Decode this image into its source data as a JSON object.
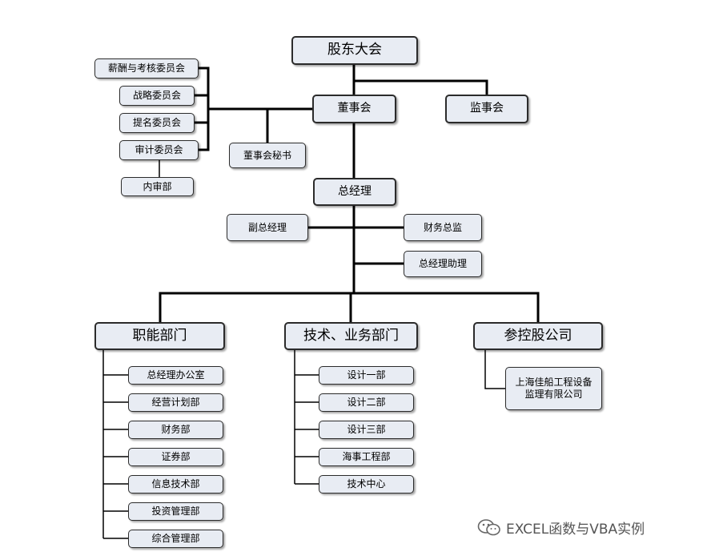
{
  "nodes": {
    "shareholders": "股东大会",
    "board": "董事会",
    "supervisors": "监事会",
    "comp_committee": "薪酬与考核委员会",
    "strategy_committee": "战略委员会",
    "nomination_committee": "提名委员会",
    "audit_committee": "审计委员会",
    "internal_audit": "内审部",
    "board_secretary": "董事会秘书",
    "gm": "总经理",
    "deputy_gm": "副总经理",
    "cfo": "财务总监",
    "gm_assistant": "总经理助理",
    "functional": "职能部门",
    "technical": "技术、业务部门",
    "holding": "参控股公司",
    "gm_office": "总经理办公室",
    "planning": "经营计划部",
    "finance": "财务部",
    "securities": "证券部",
    "it": "信息技术部",
    "investment": "投资管理部",
    "admin": "综合管理部",
    "design1": "设计一部",
    "design2": "设计二部",
    "design3": "设计三部",
    "marine": "海事工程部",
    "tech_center": "技术中心",
    "subsidiary": "上海佳船工程设备监理有限公司"
  },
  "watermark": {
    "text": "EXCEL函数与VBA实例",
    "icon": "wechat-icon"
  },
  "colors": {
    "box_fill": "#e8ecf3",
    "box_border": "#2b2b2b",
    "line": "#000000"
  }
}
